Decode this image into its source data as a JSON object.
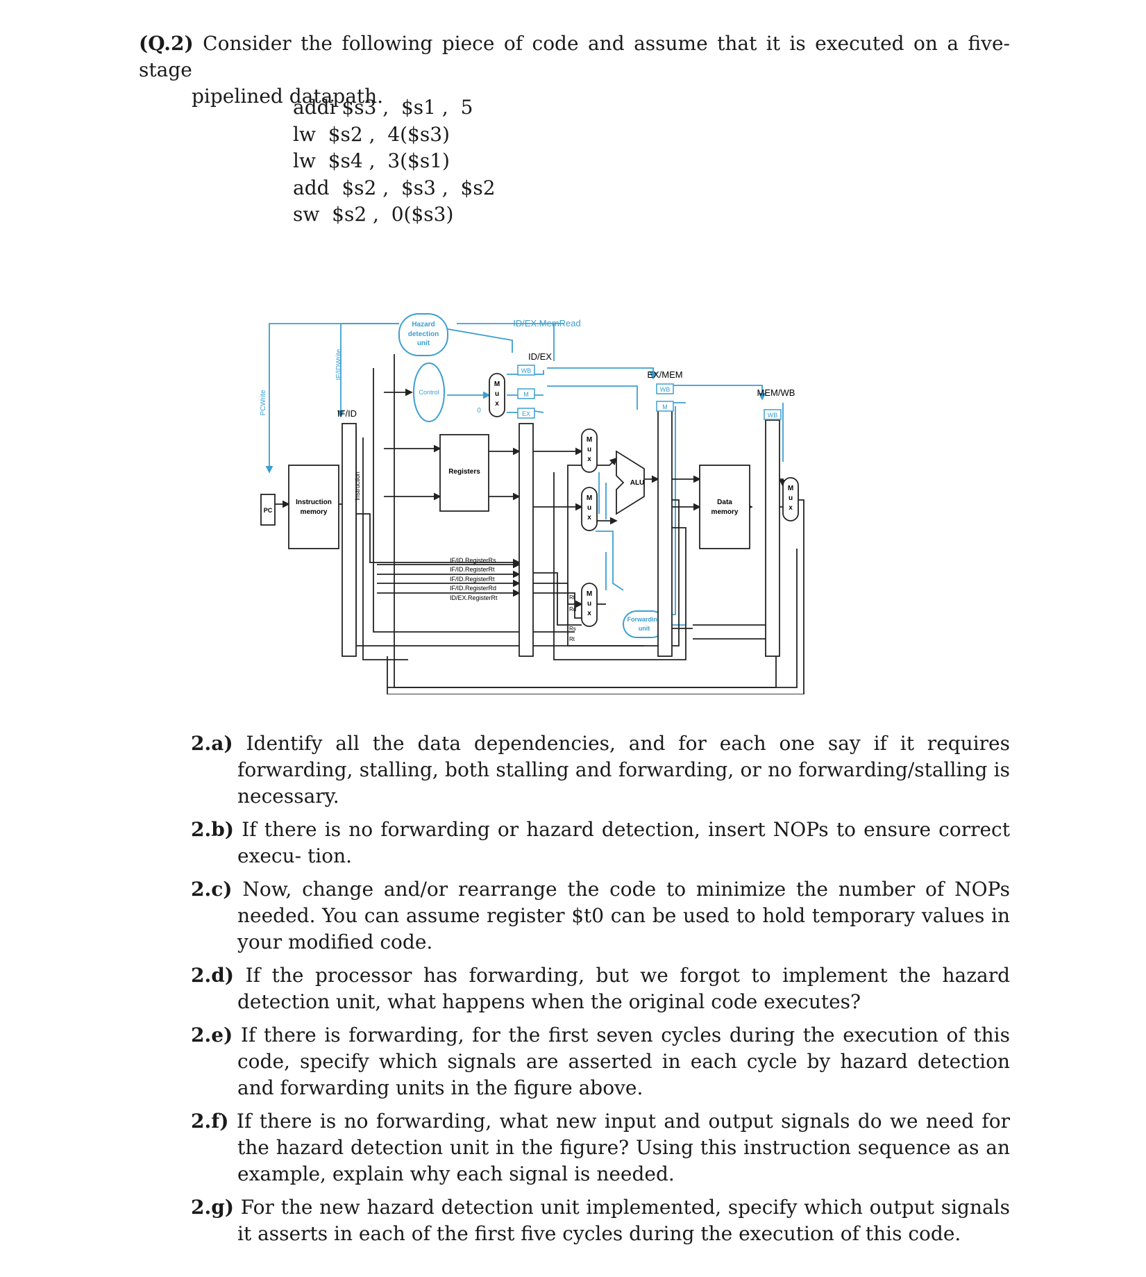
{
  "intro": {
    "qnum": "(Q.2)",
    "line1": "Consider the following piece of code and assume that it is executed on a five-stage",
    "line2": "pipelined datapath."
  },
  "code": [
    "addi $s3 ,  $s1 ,  5",
    "lw  $s2 ,  4($s3)",
    "lw  $s4 ,  3($s1)",
    "add  $s2 ,  $s3 ,  $s2",
    "sw  $s2 ,  0($s3)"
  ],
  "figure": {
    "hazard_unit": [
      "Hazard",
      "detection",
      "unit"
    ],
    "idex_memread": "ID/EX.MemRead",
    "idex": "ID/EX",
    "exmem": "EX/MEM",
    "memwb": "MEM/WB",
    "ifid": "IF/ID",
    "control": "Control",
    "registers": "Registers",
    "alu": "ALU",
    "data_memory": [
      "Data",
      "memory"
    ],
    "instruction_memory": [
      "Instruction",
      "memory"
    ],
    "pc": "PC",
    "pcwrite": "PCWrite",
    "ifidwrite": "IF/IDWrite",
    "instruction": "Instruction",
    "wb": "WB",
    "m": "M",
    "ex": "EX",
    "mux": [
      "M",
      "u",
      "x"
    ],
    "zero": "0",
    "forwarding_unit": [
      "Forwarding",
      "unit"
    ],
    "reg_labels": [
      "IF/ID.RegisterRs",
      "IF/ID.RegisterRt",
      "IF/ID.RegisterRt",
      "IF/ID.RegisterRd",
      "ID/EX.RegisterRt"
    ],
    "rt": "Rt",
    "rd": "Rd",
    "rs": "Rs"
  },
  "questions": [
    {
      "id": "2.a)",
      "text": "Identify all the data dependencies, and for each one say if it requires forwarding, stalling, both stalling and forwarding, or no forwarding/stalling is necessary."
    },
    {
      "id": "2.b)",
      "text": "If there is no forwarding or hazard detection, insert NOPs to ensure correct execu- tion."
    },
    {
      "id": "2.c)",
      "text": "Now, change and/or rearrange the code to minimize the number of NOPs needed. You can assume register $t0 can be used to hold temporary values in your modified code."
    },
    {
      "id": "2.d)",
      "text": "If the processor has forwarding, but we forgot to implement the hazard detection unit, what happens when the original code executes?"
    },
    {
      "id": "2.e)",
      "text": "If there is forwarding, for the first seven cycles during the execution of this code, specify which signals are asserted in each cycle by hazard detection and forwarding units in the figure above."
    },
    {
      "id": "2.f)",
      "text": "If there is no forwarding, what new input and output signals do we need for the hazard detection unit in the figure? Using this instruction sequence as an example, explain why each signal is needed."
    },
    {
      "id": "2.g)",
      "text": "For the new hazard detection unit implemented, specify which output signals it asserts in each of the first five cycles during the execution of this code."
    }
  ],
  "colors": {
    "wire_black": "#222222",
    "wire_blue": "#3b9fd1"
  }
}
